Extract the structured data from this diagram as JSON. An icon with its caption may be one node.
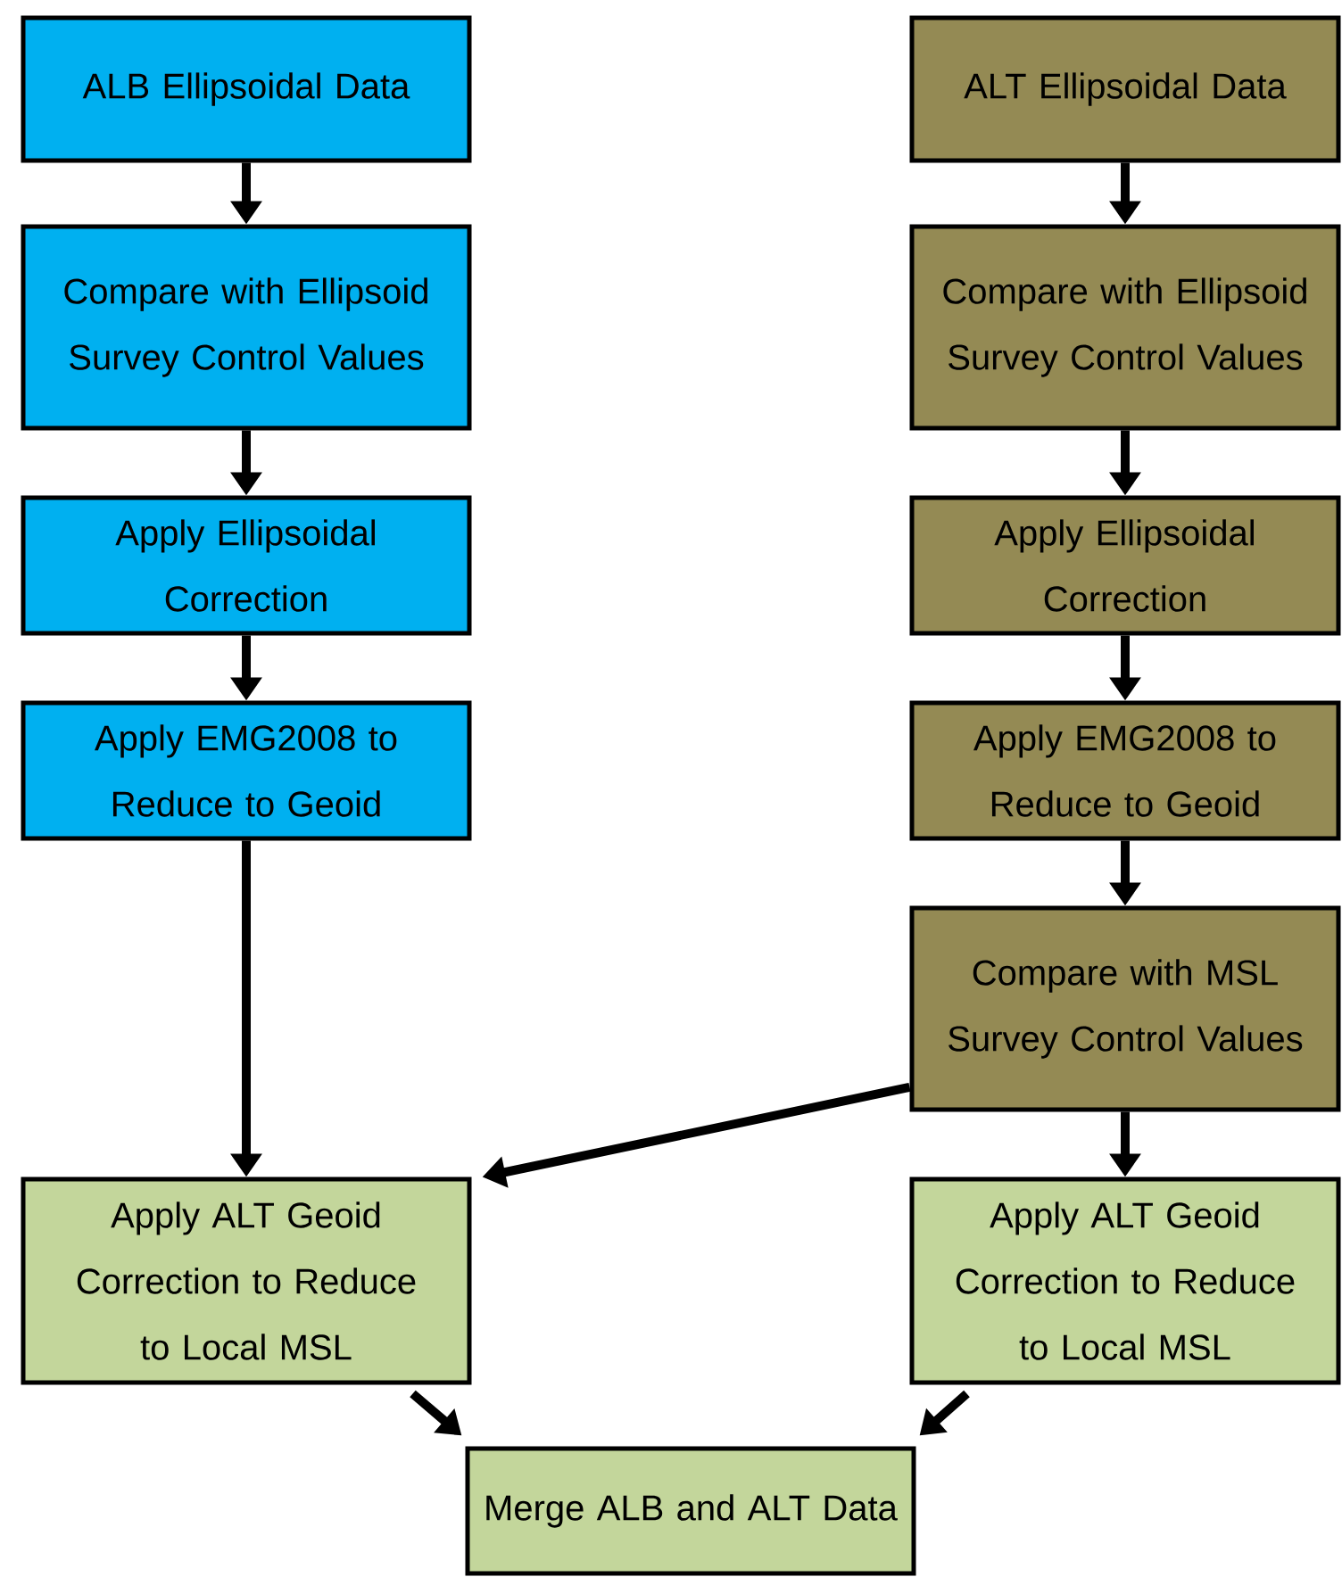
{
  "diagram": {
    "nodes": [
      {
        "text": [
          "ALB Ellipsoidal Data"
        ]
      },
      {
        "text": [
          "Compare with Ellipsoid Survey Control Values"
        ]
      },
      {
        "text": [
          "Apply Ellipsoidal Correction"
        ]
      },
      {
        "text": [
          "Apply EMG2008 to Reduce to Geoid"
        ]
      },
      {
        "text": [
          "Apply ALT Geoid Correction to Reduce to Local MSL"
        ]
      },
      {
        "text": [
          "ALT Ellipsoidal Data"
        ]
      },
      {
        "text": [
          "Compare with Ellipsoid Survey Control Values"
        ]
      },
      {
        "text": [
          "Apply Ellipsoidal Correction"
        ]
      },
      {
        "text": [
          "Apply EMG2008 to Reduce to Geoid"
        ]
      },
      {
        "text": [
          "Compare with MSL Survey Control Values"
        ]
      },
      {
        "text": [
          "Apply ALT Geoid Correction to Reduce to Local MSL"
        ]
      },
      {
        "text": [
          "Merge ALB and ALT Data"
        ]
      }
    ],
    "edges": [
      {
        "from": 0,
        "to": 1,
        "arrow": "to"
      },
      {
        "from": 1,
        "to": 2,
        "arrow": "to"
      },
      {
        "from": 2,
        "to": 3,
        "arrow": "to"
      },
      {
        "from": 3,
        "to": 4,
        "arrow": "to"
      },
      {
        "from": 5,
        "to": 6,
        "arrow": "to"
      },
      {
        "from": 6,
        "to": 7,
        "arrow": "to"
      },
      {
        "from": 7,
        "to": 8,
        "arrow": "to"
      },
      {
        "from": 8,
        "to": 9,
        "arrow": "to"
      },
      {
        "from": 9,
        "to": 10,
        "arrow": "to"
      },
      {
        "from": 9,
        "to": 4,
        "arrow": "to"
      },
      {
        "from": 4,
        "to": 11,
        "arrow": "to"
      },
      {
        "from": 10,
        "to": 11,
        "arrow": "to"
      }
    ]
  }
}
